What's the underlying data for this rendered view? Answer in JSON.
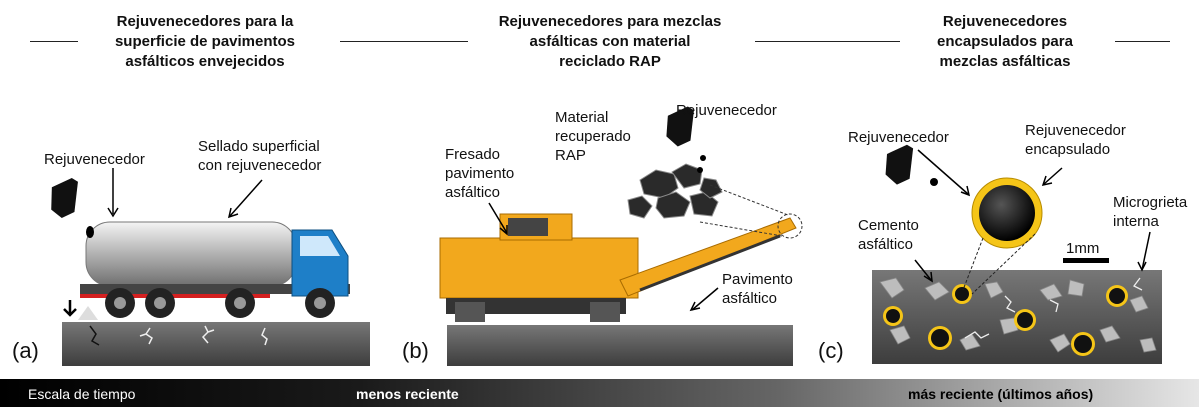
{
  "headers": {
    "a": [
      "Rejuvenecedores para la",
      "superficie de pavimentos",
      "asfálticos envejecidos"
    ],
    "b": [
      "Rejuvenecedores para mezclas",
      "asfálticas con material",
      "reciclado RAP"
    ],
    "c": [
      "Rejuvenecedores",
      "encapsulados para",
      "mezclas asfálticas"
    ]
  },
  "panel_a": {
    "letter": "(a)",
    "rejuvenecedor": "Rejuvenecedor",
    "sellado": [
      "Sellado superficial",
      "con rejuvenecedor"
    ]
  },
  "panel_b": {
    "letter": "(b)",
    "fresado": [
      "Fresado",
      "pavimento",
      "asfáltico"
    ],
    "material": [
      "Material",
      "recuperado",
      "RAP"
    ],
    "rejuvenecedor": "Rejuvenecedor",
    "pavimento": [
      "Pavimento",
      "asfáltico"
    ]
  },
  "panel_c": {
    "letter": "(c)",
    "rejuvenecedor": "Rejuvenecedor",
    "encapsulado": [
      "Rejuvenecedor",
      "encapsulado"
    ],
    "cemento": [
      "Cemento",
      "asfáltico"
    ],
    "microgrieta": [
      "Microgrieta",
      "interna"
    ],
    "scale": "1mm"
  },
  "timescale": {
    "label": "Escala de tiempo",
    "middle": "menos reciente",
    "right": "más reciente (últimos años)"
  },
  "colors": {
    "truck_cab": "#1e7fc8",
    "machine": "#f2a81d",
    "capsule_ring": "#f5c518",
    "pavement": "#555555"
  }
}
